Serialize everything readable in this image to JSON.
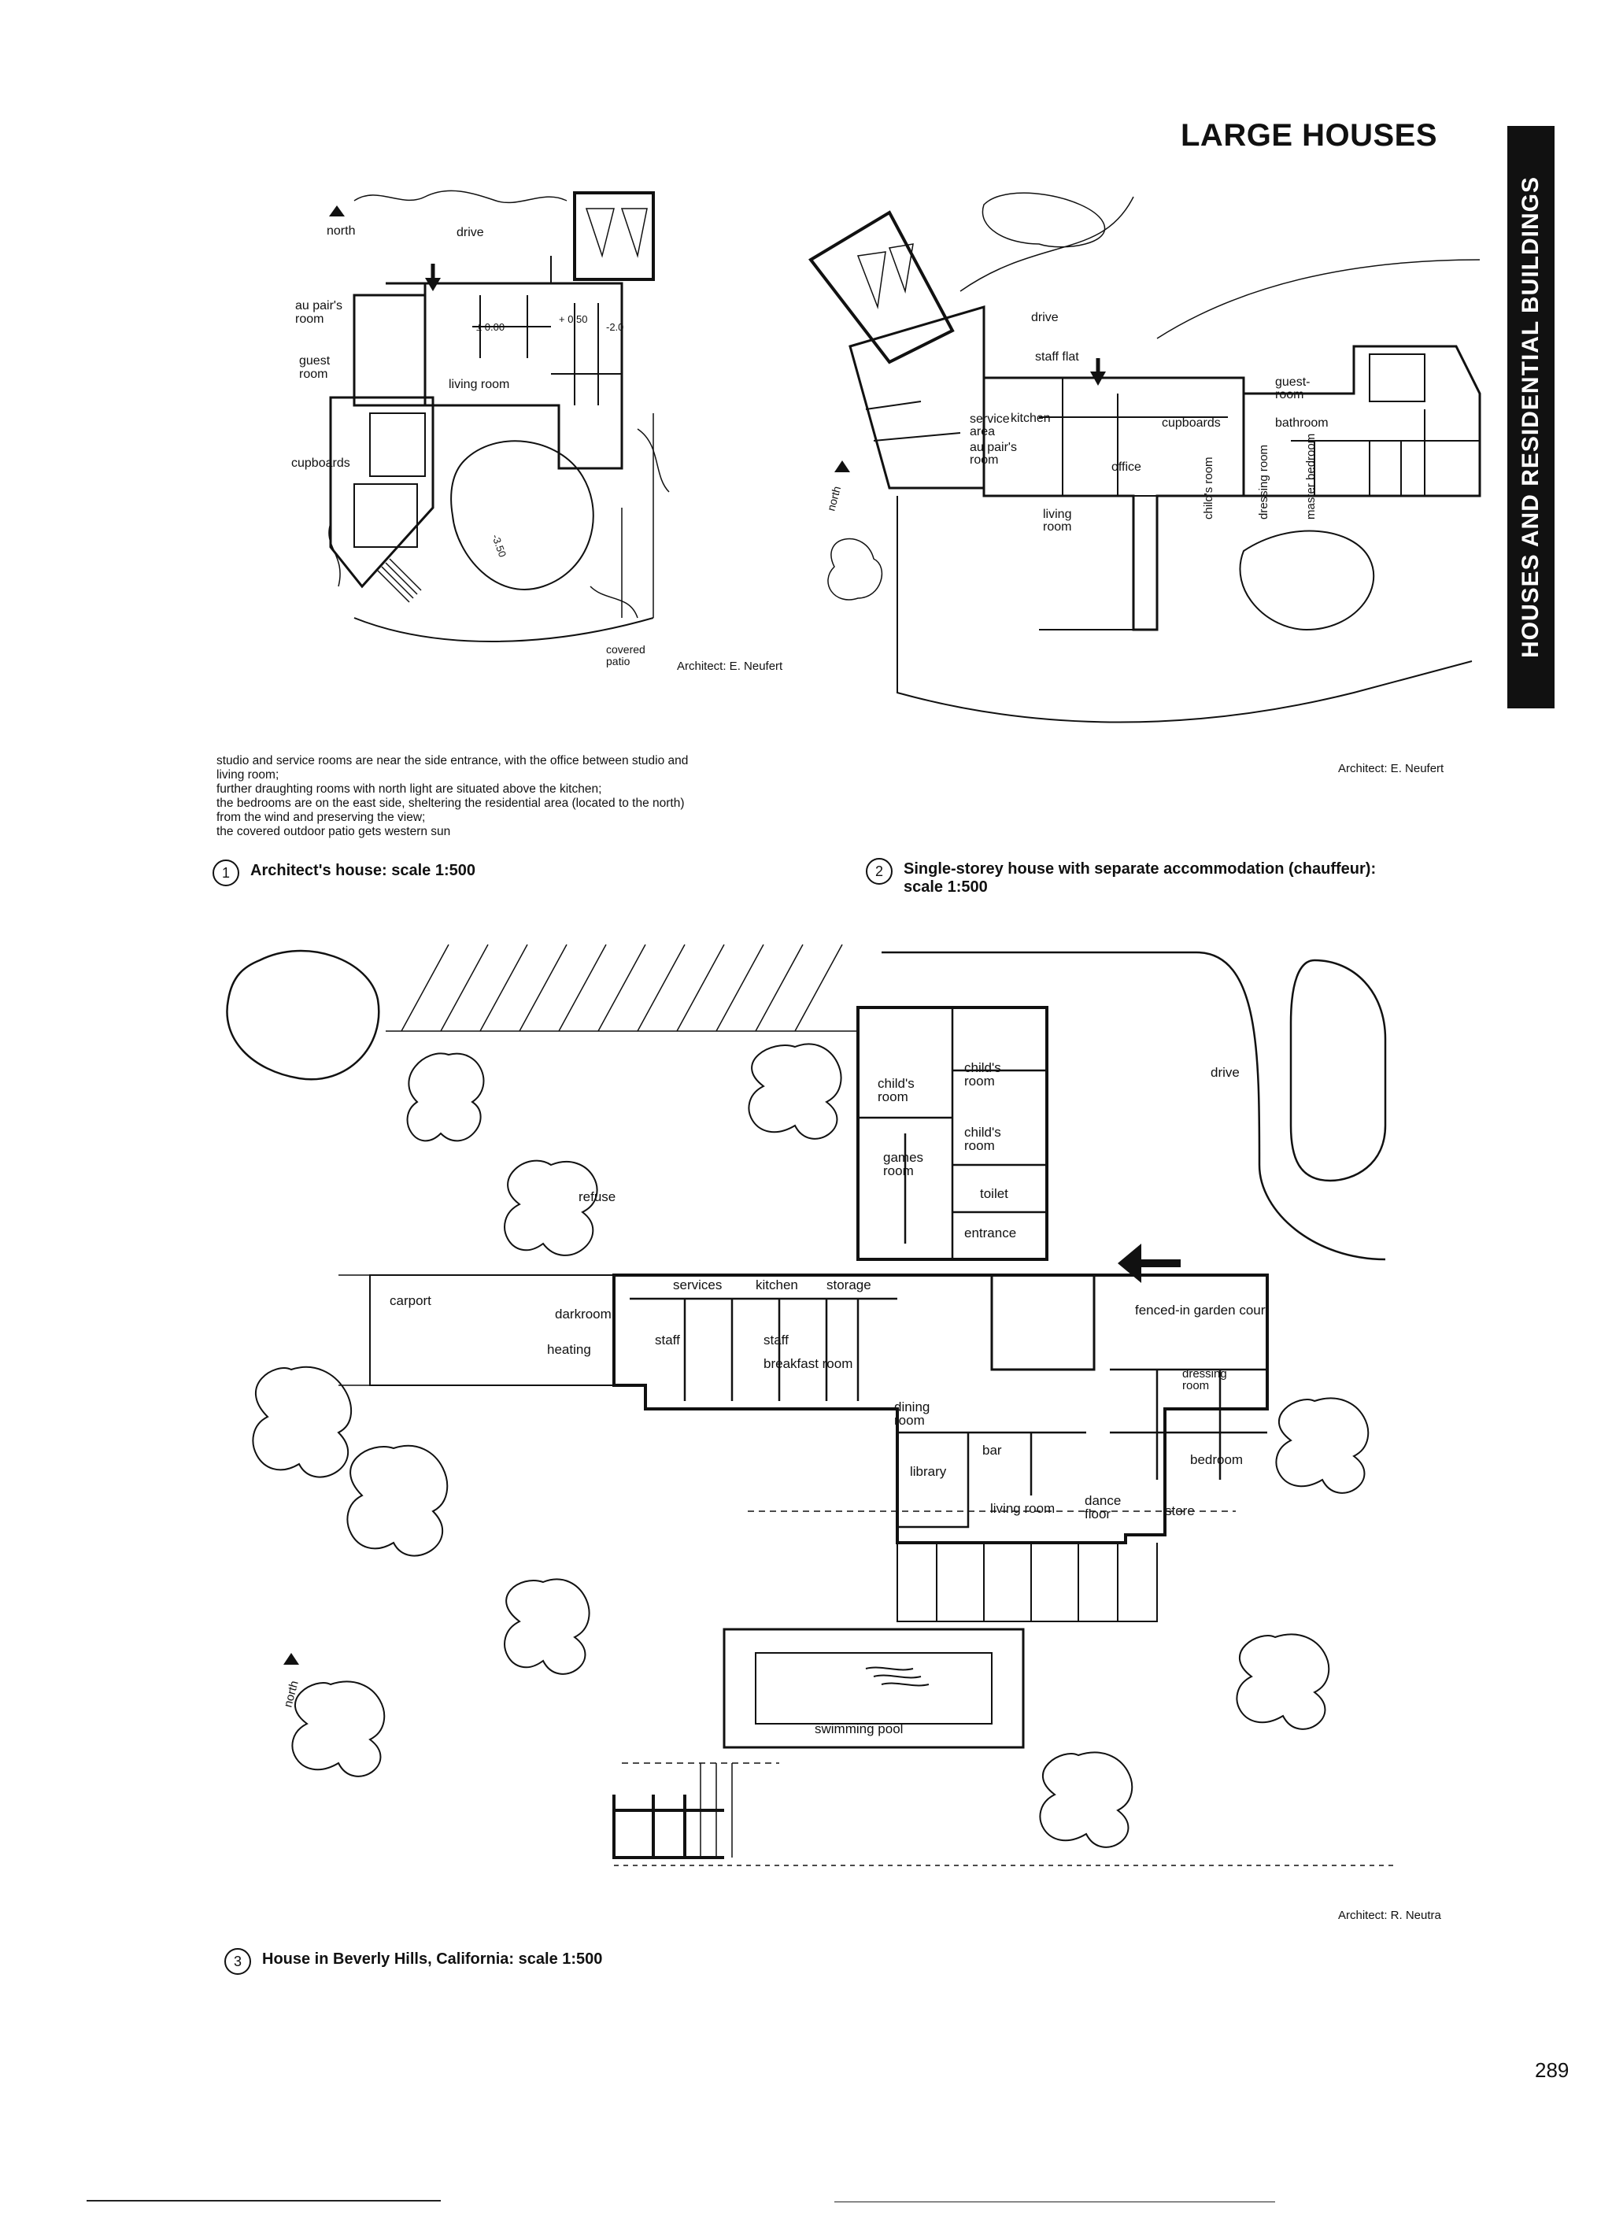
{
  "header": {
    "title": "LARGE HOUSES",
    "section_tab": "HOUSES AND RESIDENTIAL BUILDINGS"
  },
  "figure1": {
    "number": "1",
    "caption": "Architect's house: scale 1:500",
    "credit": "Architect: E. Neufert",
    "labels": {
      "north": "north",
      "drive": "drive",
      "au_pairs_room_1": "au pair's",
      "au_pairs_room_2": "room",
      "guest_room_1": "guest",
      "guest_room_2": "room",
      "living_room": "living room",
      "cupboards": "cupboards",
      "level_000": "± 0.00",
      "level_050": "+ 0.50",
      "level_minus_20": "-2.0",
      "level_minus_350": "-3.50",
      "covered_patio_1": "covered",
      "covered_patio_2": "patio"
    },
    "description": [
      "studio and service rooms are near the side entrance, with the office between studio and",
      "living room;",
      "further draughting rooms with north light are situated above the kitchen;",
      "the bedrooms are on the east side, sheltering the residential area (located to the north)",
      "from the wind and preserving the view;",
      "the covered outdoor patio gets western sun"
    ]
  },
  "figure2": {
    "number": "2",
    "caption_line1": "Single-storey house with separate accommodation (chauffeur):",
    "caption_line2": "scale 1:500",
    "credit": "Architect: E. Neufert",
    "labels": {
      "north": "north",
      "drive": "drive",
      "staff_flat": "staff flat",
      "guest_room_1": "guest-",
      "guest_room_2": "room",
      "cupboards": "cupboards",
      "bathroom": "bathroom",
      "service_area_1": "service",
      "service_area_2": "area",
      "kitchen": "kitchen",
      "au_pairs_room_1": "au pair's",
      "au_pairs_room_2": "room",
      "office": "office",
      "childs_room": "child's room",
      "dressing_room": "dressing room",
      "master_bedroom": "master bedroom",
      "living_room_1": "living",
      "living_room_2": "room"
    }
  },
  "figure3": {
    "number": "3",
    "caption": "House in Beverly Hills, California: scale 1:500",
    "credit": "Architect: R. Neutra",
    "labels": {
      "drive": "drive",
      "childs_room_a_1": "child's",
      "childs_room_a_2": "room",
      "childs_room_b_1": "child's",
      "childs_room_b_2": "room",
      "childs_room_c_1": "child's",
      "childs_room_c_2": "room",
      "games_room_1": "games",
      "games_room_2": "room",
      "toilet": "toilet",
      "refuse": "refuse",
      "entrance": "entrance",
      "services": "services",
      "kitchen": "kitchen",
      "storage": "storage",
      "carport": "carport",
      "darkroom": "darkroom",
      "staff_1": "staff",
      "staff_2": "staff",
      "heating": "heating",
      "breakfast_room": "breakfast room",
      "fenced_in_garden_court": "fenced-in garden court",
      "dressing_room_1": "dressing",
      "dressing_room_2": "room",
      "dining_room_1": "dining",
      "dining_room_2": "room",
      "bar": "bar",
      "library": "library",
      "bedroom": "bedroom",
      "living_room": "living room",
      "dance_floor_1": "dance",
      "dance_floor_2": "floor",
      "store": "store",
      "north": "north",
      "swimming_pool": "swimming pool"
    }
  },
  "page_number": "289"
}
